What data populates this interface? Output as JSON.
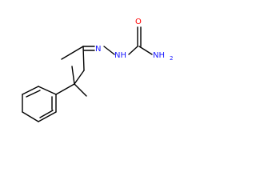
{
  "molecule": {
    "atoms": {
      "n_imine": "N",
      "nh": "NH",
      "o": "O",
      "nh2_n": "NH",
      "nh2_sub": "2"
    },
    "colors": {
      "bond": "#000000",
      "nitrogen": "#1a1aff",
      "oxygen": "#ff0000"
    }
  }
}
